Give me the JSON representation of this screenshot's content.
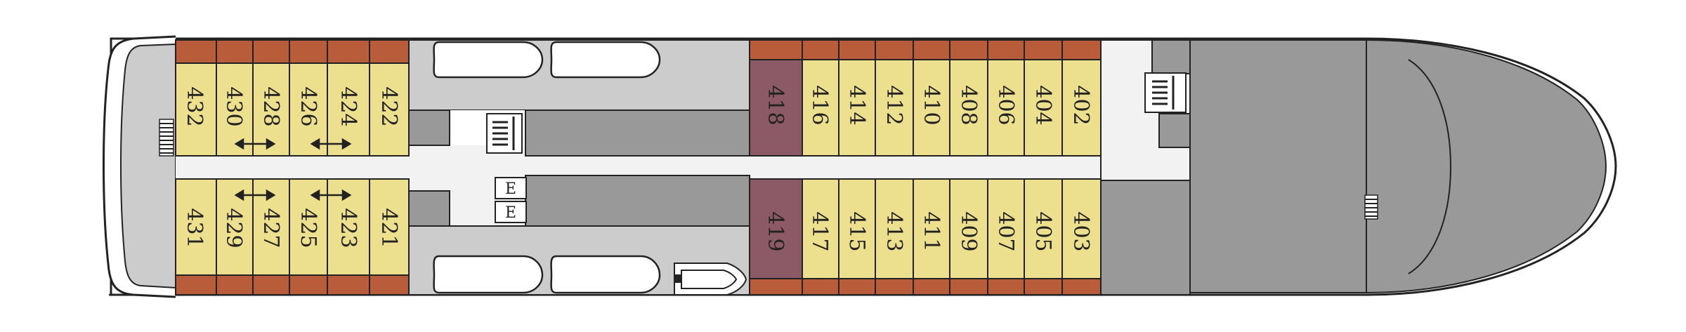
{
  "deck": {
    "cabins_top_aft": [
      "432",
      "430",
      "428",
      "426",
      "424",
      "422"
    ],
    "cabins_bottom_aft": [
      "431",
      "429",
      "427",
      "425",
      "423",
      "421"
    ],
    "cabin_top_special": "418",
    "cabin_bottom_special": "419",
    "cabins_top_fwd": [
      "416",
      "414",
      "412",
      "410",
      "408",
      "406",
      "404",
      "402"
    ],
    "cabins_bottom_fwd": [
      "417",
      "415",
      "413",
      "411",
      "409",
      "407",
      "405",
      "403"
    ],
    "elevators": [
      "E",
      "E"
    ],
    "connecting_cabins": [
      "430-428",
      "426-424",
      "429-427",
      "425-423"
    ]
  },
  "colors": {
    "cabin": "#ecdf8e",
    "balcony": "#b85c3a",
    "suite": "#8c5a66",
    "corridor": "#f2f2f2",
    "service": "#999999",
    "lounge": "#cccccc",
    "outline": "#222222"
  }
}
